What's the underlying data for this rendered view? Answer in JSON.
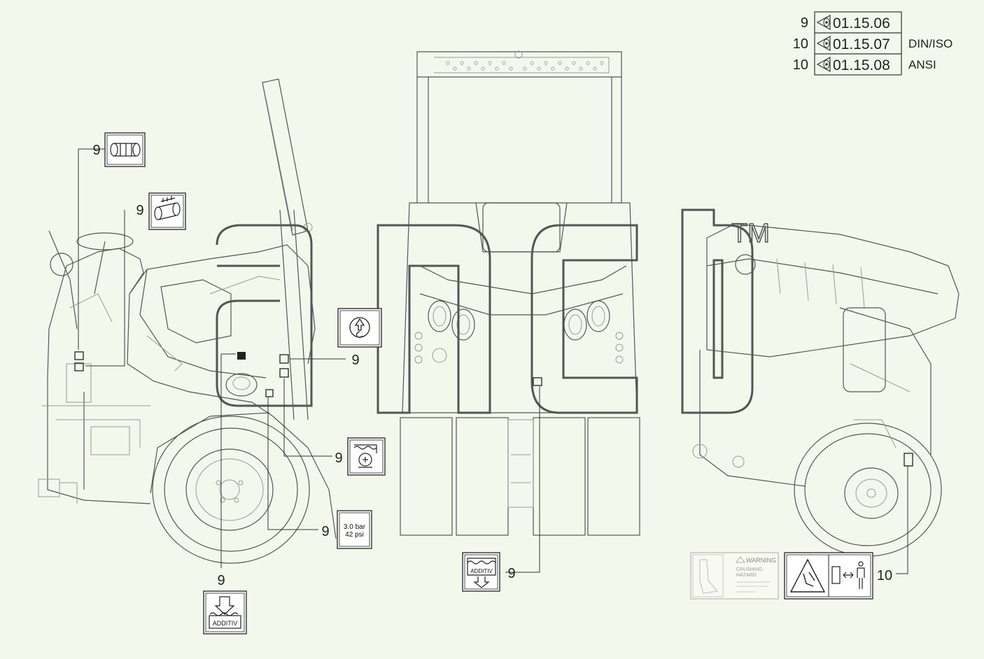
{
  "legend": [
    {
      "qty": "9",
      "code": "01.15.06",
      "note": ""
    },
    {
      "qty": "10",
      "code": "01.15.07",
      "note": "DIN/ISO"
    },
    {
      "qty": "10",
      "code": "01.15.08",
      "note": "ANSI"
    }
  ],
  "callouts": {
    "c1": "9",
    "c2": "9",
    "c3": "9",
    "c4": "9",
    "c5": "9",
    "c6": "9",
    "c7": "9",
    "c8": "10"
  },
  "decals": {
    "pressure_line1": "3.0 bar",
    "pressure_line2": "42 psi",
    "additive_text": "ADDITIV",
    "warning_title": "WARNING",
    "warning_line1": "CRUSHING",
    "warning_line2": "HAZARD"
  },
  "watermark": {
    "text": "ancb",
    "tm": "TM"
  }
}
